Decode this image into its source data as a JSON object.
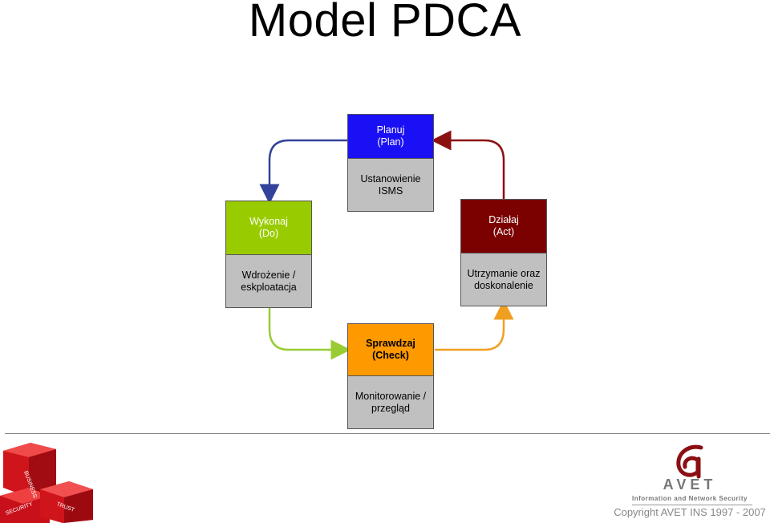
{
  "title": "Model PDCA",
  "boxes": {
    "plan": {
      "line1": "Planuj",
      "line2": "(Plan)",
      "body1": "Ustanowienie",
      "body2": "ISMS",
      "color": "#1a10f5"
    },
    "do": {
      "line1": "Wykonaj",
      "line2": "(Do)",
      "body1": "Wdrożenie /",
      "body2": "eskploatacja",
      "color": "#99cc00"
    },
    "act": {
      "line1": "Działaj",
      "line2": "(Act)",
      "body1": "Utrzymanie oraz",
      "body2": "doskonalenie",
      "color": "#7b0000"
    },
    "check": {
      "line1": "Sprawdzaj",
      "line2": "(Check)",
      "body1": "Monitorowanie /",
      "body2": "przegląd",
      "color": "#ff9900"
    }
  },
  "arrow_colors": {
    "plan_to_do": "#33429a",
    "do_to_check": "#99cc33",
    "check_to_act": "#f0a020",
    "act_to_plan": "#8b1010"
  },
  "footer": {
    "left_logo_words": [
      "BUSINESS",
      "SECURITY",
      "TRUST"
    ],
    "brand_name": "AVET",
    "brand_tagline": "Information and Network Security",
    "copyright": "Copyright AVET INS 1997 - 2007"
  }
}
